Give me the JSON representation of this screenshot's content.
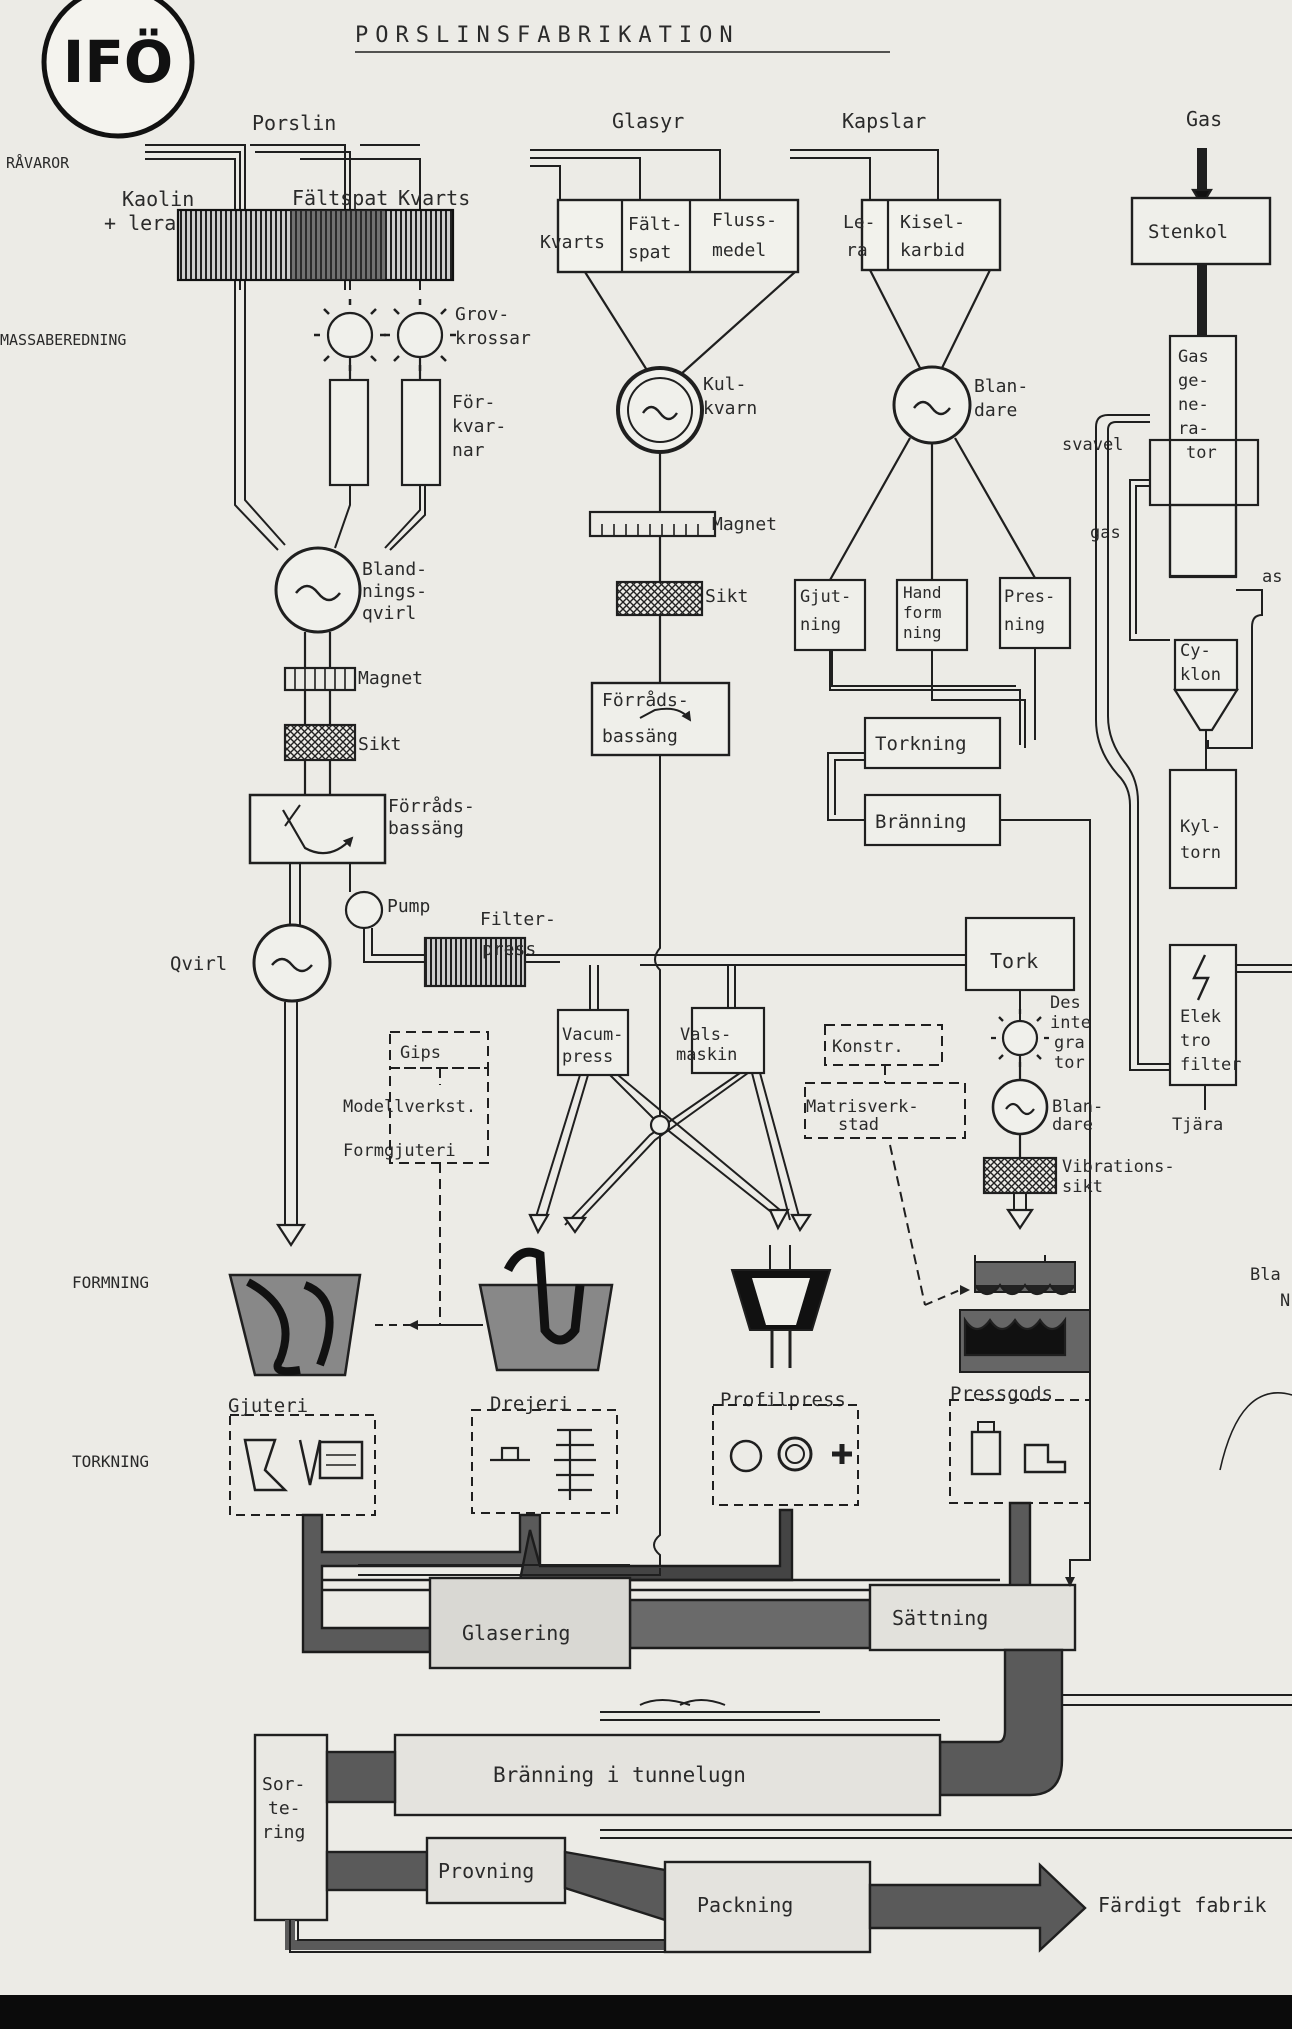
{
  "logo": {
    "text": "IFÖ"
  },
  "title": "PORSLINSFABRIKATION",
  "left_margin": {
    "ravaror": "RÅVAROR",
    "massaberedning": "MASSABEREDNING",
    "formning": "FORMNING",
    "torkning": "TORKNING"
  },
  "sources": {
    "porslin": "Porslin",
    "glasyr": "Glasyr",
    "kapslar": "Kapslar",
    "gas": "Gas"
  },
  "porslin": {
    "kaolin": [
      "Kaolin",
      "+ lera"
    ],
    "faltspat": "Fältspat",
    "kvarts": "Kvarts",
    "grovkrossar": [
      "Grov-",
      "krossar"
    ],
    "forkvarnar": [
      "För-",
      "kvar-",
      "nar"
    ],
    "blandningsqvirl": [
      "Bland-",
      "nings-",
      "qvirl"
    ],
    "magnet": "Magnet",
    "sikt": "Sikt",
    "forradsbassang": [
      "Förråds-",
      "bassäng"
    ],
    "pump": "Pump",
    "filterpress": [
      "Filter-",
      "press"
    ],
    "qvirl": "Qvirl"
  },
  "glasyr": {
    "kvarts": "Kvarts",
    "faltspat": [
      "Fält-",
      "spat"
    ],
    "flussmedel": [
      "Fluss-",
      "medel"
    ],
    "kulkvarn": [
      "Kul-",
      "kvarn"
    ],
    "magnet": "Magnet",
    "sikt": "Sikt",
    "forradsbassang": [
      "Förråds-",
      "bassäng"
    ]
  },
  "kapslar": {
    "lera": [
      "Le-",
      "ra"
    ],
    "kiselkarbid": [
      "Kisel-",
      "karbid"
    ],
    "blandare": [
      "Blan-",
      "dare"
    ],
    "gjutning": [
      "Gjut-",
      "ning"
    ],
    "handformning": [
      "Hand",
      "form",
      "ning"
    ],
    "pressning": [
      "Pres-",
      "ning"
    ],
    "torkning": "Torkning",
    "branning": "Bränning"
  },
  "gas": {
    "stenkol": "Stenkol",
    "gasgenerator": [
      "Gas",
      "ge-",
      "ne-",
      "ra-",
      "tor"
    ],
    "svavel": "svavel",
    "gas_label": "gas",
    "ass": "as",
    "cyklon": [
      "Cy-",
      "klon"
    ],
    "kyltorn": [
      "Kyl-",
      "torn"
    ],
    "elektrofilter": [
      "Elek",
      "tro",
      "filter"
    ],
    "tjara": "Tjära"
  },
  "tork": {
    "tork": "Tork",
    "desintegrator": [
      "Des",
      "inte",
      "gra",
      "tor"
    ],
    "blandare": [
      "Blan-",
      "dare"
    ],
    "vibrationssikt": [
      "Vibrations-",
      "sikt"
    ]
  },
  "machines": {
    "vacuumpress": [
      "Vacum-",
      "press"
    ],
    "valsmaskin": [
      "Vals-",
      "maskin"
    ]
  },
  "gips": {
    "gips": "Gips",
    "modellverkstad": "Modellverkst.",
    "formgjuteri": "Formgjuteri"
  },
  "konstr": {
    "konstr": "Konstr.",
    "matrisverkstad": [
      "Matrisverk-",
      "stad"
    ]
  },
  "forming": {
    "gjuteri": "Gjuteri",
    "drejeri": "Drejeri",
    "profilpress": "Profilpress",
    "pressgods": "Pressgods"
  },
  "final": {
    "glasering": "Glasering",
    "sattning": "Sättning",
    "branning_tunnelugn": "Bränning i tunnelugn",
    "sortering": [
      "Sor-",
      "te-",
      "ring"
    ],
    "provning": "Provning",
    "packning": "Packning",
    "fardigt": "Färdigt fabrik",
    "right_cut": [
      "Bla",
      "N"
    ]
  },
  "colors": {
    "paper": "#ecebe6",
    "ink": "#1c1c1c",
    "pipe_fill": "#585858",
    "light_fill": "#9a9a9a"
  }
}
